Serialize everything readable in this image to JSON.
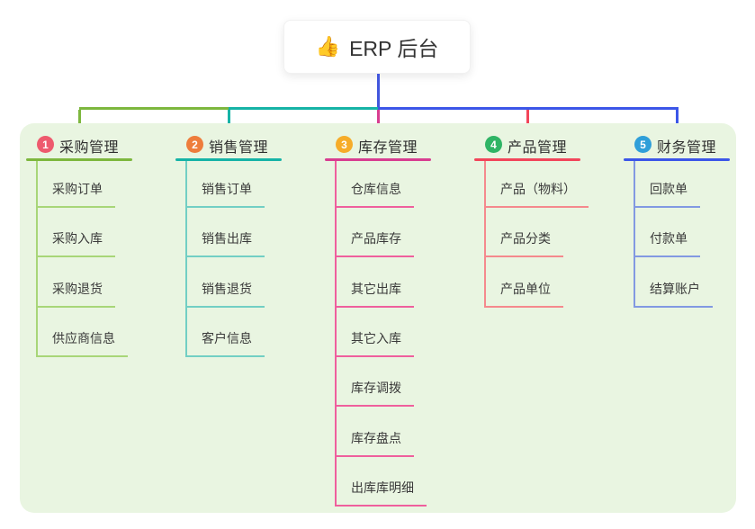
{
  "root": {
    "icon": "👍",
    "label": "ERP 后台"
  },
  "colors": {
    "canvas_bg": "#ffffff",
    "panel_bg": "#e9f5e1",
    "root_line": "#4156dd",
    "text": "#333333"
  },
  "branches": [
    {
      "index": "1",
      "label": "采购管理",
      "badge_color": "#ee5a6e",
      "line_color": "#7db73e",
      "child_line_color": "#a8d678",
      "children": [
        "采购订单",
        "采购入库",
        "采购退货",
        "供应商信息"
      ]
    },
    {
      "index": "2",
      "label": "销售管理",
      "badge_color": "#ee7d3c",
      "line_color": "#16b3a6",
      "child_line_color": "#72cfc4",
      "children": [
        "销售订单",
        "销售出库",
        "销售退货",
        "客户信息"
      ]
    },
    {
      "index": "3",
      "label": "库存管理",
      "badge_color": "#f6ac29",
      "line_color": "#d83d90",
      "child_line_color": "#ef5f9d",
      "children": [
        "仓库信息",
        "产品库存",
        "其它出库",
        "其它入库",
        "库存调拨",
        "库存盘点",
        "出库库明细"
      ]
    },
    {
      "index": "4",
      "label": "产品管理",
      "badge_color": "#2fb465",
      "line_color": "#f2455a",
      "child_line_color": "#f5898d",
      "children": [
        "产品（物料）",
        "产品分类",
        "产品单位"
      ]
    },
    {
      "index": "5",
      "label": "财务管理",
      "badge_color": "#2f9fd9",
      "line_color": "#3c56e8",
      "child_line_color": "#8299e2",
      "children": [
        "回款单",
        "付款单",
        "结算账户"
      ]
    }
  ]
}
